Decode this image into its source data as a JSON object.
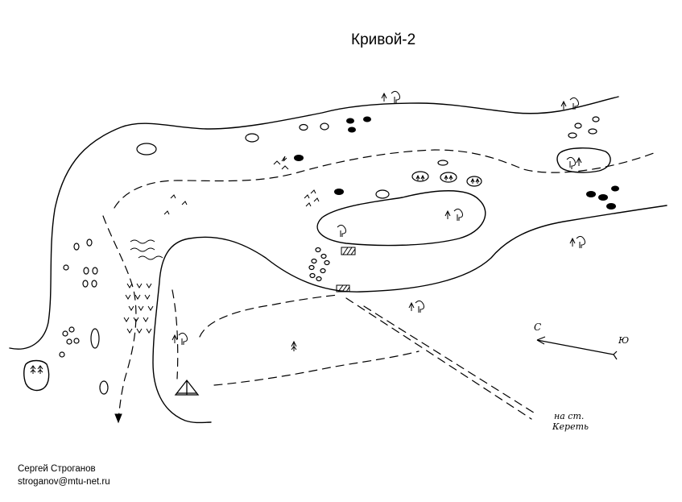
{
  "title": "Кривой-2",
  "author": {
    "name": "Сергей Строганов",
    "email": "stroganov@mtu-net.ru"
  },
  "map": {
    "compass": {
      "north_label": "С",
      "south_label": "Ю"
    },
    "route_note": [
      "на ст.",
      "Кереть"
    ]
  }
}
